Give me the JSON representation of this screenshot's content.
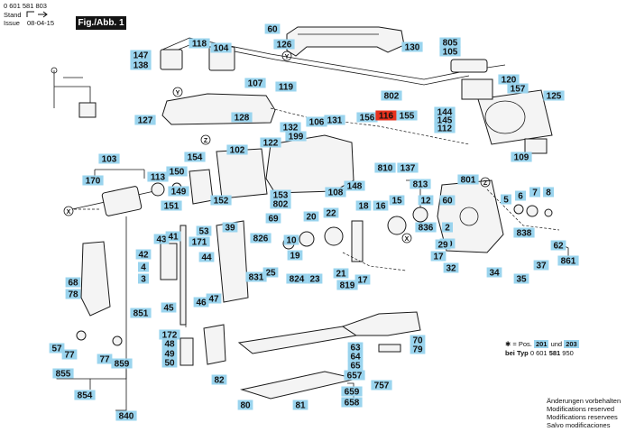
{
  "header": {
    "doc_number": "0 601 581 803",
    "stand_label": "Stand",
    "issue_label": "Issue",
    "issue_date": "08-04-15",
    "figure_label": "Fig./Abb. 1"
  },
  "callouts": [
    {
      "id": "60",
      "label": "60"
    },
    {
      "id": "126",
      "label": "126"
    },
    {
      "id": "130",
      "label": "130"
    },
    {
      "id": "805",
      "label": "805"
    },
    {
      "id": "105",
      "label": "105"
    },
    {
      "id": "118",
      "label": "118"
    },
    {
      "id": "104",
      "label": "104"
    },
    {
      "id": "147",
      "label": "147"
    },
    {
      "id": "138",
      "label": "138"
    },
    {
      "id": "107",
      "label": "107"
    },
    {
      "id": "119",
      "label": "119"
    },
    {
      "id": "120",
      "label": "120"
    },
    {
      "id": "157",
      "label": "157"
    },
    {
      "id": "125",
      "label": "125"
    },
    {
      "id": "802",
      "label": "802"
    },
    {
      "id": "127",
      "label": "127"
    },
    {
      "id": "128",
      "label": "128"
    },
    {
      "id": "106",
      "label": "106"
    },
    {
      "id": "131",
      "label": "131"
    },
    {
      "id": "156",
      "label": "156"
    },
    {
      "id": "116",
      "label": "116",
      "highlight": true
    },
    {
      "id": "155",
      "label": "155"
    },
    {
      "id": "144",
      "label": "144"
    },
    {
      "id": "145",
      "label": "145"
    },
    {
      "id": "112",
      "label": "112"
    },
    {
      "id": "132",
      "label": "132"
    },
    {
      "id": "199",
      "label": "199"
    },
    {
      "id": "122",
      "label": "122"
    },
    {
      "id": "102",
      "label": "102"
    },
    {
      "id": "154",
      "label": "154"
    },
    {
      "id": "810",
      "label": "810"
    },
    {
      "id": "137",
      "label": "137"
    },
    {
      "id": "109",
      "label": "109"
    },
    {
      "id": "103",
      "label": "103"
    },
    {
      "id": "113",
      "label": "113"
    },
    {
      "id": "150",
      "label": "150"
    },
    {
      "id": "170",
      "label": "170"
    },
    {
      "id": "149",
      "label": "149"
    },
    {
      "id": "151",
      "label": "151"
    },
    {
      "id": "152",
      "label": "152"
    },
    {
      "id": "153",
      "label": "153"
    },
    {
      "id": "802b",
      "label": "802"
    },
    {
      "id": "108",
      "label": "108"
    },
    {
      "id": "148",
      "label": "148"
    },
    {
      "id": "813",
      "label": "813"
    },
    {
      "id": "801",
      "label": "801"
    },
    {
      "id": "15",
      "label": "15"
    },
    {
      "id": "12",
      "label": "12"
    },
    {
      "id": "60b",
      "label": "60"
    },
    {
      "id": "5",
      "label": "5"
    },
    {
      "id": "6",
      "label": "6"
    },
    {
      "id": "7",
      "label": "7"
    },
    {
      "id": "8",
      "label": "8"
    },
    {
      "id": "20",
      "label": "20"
    },
    {
      "id": "22",
      "label": "22"
    },
    {
      "id": "18",
      "label": "18"
    },
    {
      "id": "16",
      "label": "16"
    },
    {
      "id": "69",
      "label": "69"
    },
    {
      "id": "39",
      "label": "39"
    },
    {
      "id": "53",
      "label": "53"
    },
    {
      "id": "43",
      "label": "43"
    },
    {
      "id": "41",
      "label": "41"
    },
    {
      "id": "171",
      "label": "171"
    },
    {
      "id": "826",
      "label": "826"
    },
    {
      "id": "10",
      "label": "10"
    },
    {
      "id": "836",
      "label": "836"
    },
    {
      "id": "2",
      "label": "2"
    },
    {
      "id": "30",
      "label": "30"
    },
    {
      "id": "838",
      "label": "838"
    },
    {
      "id": "42",
      "label": "42"
    },
    {
      "id": "4",
      "label": "4"
    },
    {
      "id": "3",
      "label": "3"
    },
    {
      "id": "44",
      "label": "44"
    },
    {
      "id": "19",
      "label": "19"
    },
    {
      "id": "29",
      "label": "29"
    },
    {
      "id": "62",
      "label": "62"
    },
    {
      "id": "68",
      "label": "68"
    },
    {
      "id": "78",
      "label": "78"
    },
    {
      "id": "25",
      "label": "25"
    },
    {
      "id": "21",
      "label": "21"
    },
    {
      "id": "17",
      "label": "17"
    },
    {
      "id": "861",
      "label": "861"
    },
    {
      "id": "37",
      "label": "37"
    },
    {
      "id": "32",
      "label": "32"
    },
    {
      "id": "34",
      "label": "34"
    },
    {
      "id": "831",
      "label": "831"
    },
    {
      "id": "824",
      "label": "824"
    },
    {
      "id": "23",
      "label": "23"
    },
    {
      "id": "819",
      "label": "819"
    },
    {
      "id": "17b",
      "label": "17"
    },
    {
      "id": "35",
      "label": "35"
    },
    {
      "id": "47",
      "label": "47"
    },
    {
      "id": "46",
      "label": "46"
    },
    {
      "id": "851",
      "label": "851"
    },
    {
      "id": "45",
      "label": "45"
    },
    {
      "id": "57",
      "label": "57"
    },
    {
      "id": "77",
      "label": "77"
    },
    {
      "id": "172",
      "label": "172"
    },
    {
      "id": "48",
      "label": "48"
    },
    {
      "id": "49",
      "label": "49"
    },
    {
      "id": "50",
      "label": "50"
    },
    {
      "id": "70",
      "label": "70"
    },
    {
      "id": "79",
      "label": "79"
    },
    {
      "id": "63",
      "label": "63"
    },
    {
      "id": "64",
      "label": "64"
    },
    {
      "id": "65",
      "label": "65"
    },
    {
      "id": "855",
      "label": "855"
    },
    {
      "id": "77b",
      "label": "77"
    },
    {
      "id": "859",
      "label": "859"
    },
    {
      "id": "82",
      "label": "82"
    },
    {
      "id": "657",
      "label": "657"
    },
    {
      "id": "757",
      "label": "757"
    },
    {
      "id": "854",
      "label": "854"
    },
    {
      "id": "659",
      "label": "659"
    },
    {
      "id": "658",
      "label": "658"
    },
    {
      "id": "80",
      "label": "80"
    },
    {
      "id": "81",
      "label": "81"
    },
    {
      "id": "840",
      "label": "840"
    }
  ],
  "circle_markers": [
    "Y",
    "Y",
    "Z",
    "Z",
    "X",
    "X"
  ],
  "note": {
    "prefix": "= Pos.",
    "pos1": "201",
    "und": "und",
    "pos2": "203",
    "line2_prefix": "bei",
    "typ_label": "Typ",
    "type_number_a": "0 601",
    "type_number_b": "581",
    "type_number_c": "950"
  },
  "footer": [
    "Änderungen vorbehalten",
    "Modifications reserved",
    "Modifications reservees",
    "Salvo modificaciones"
  ]
}
